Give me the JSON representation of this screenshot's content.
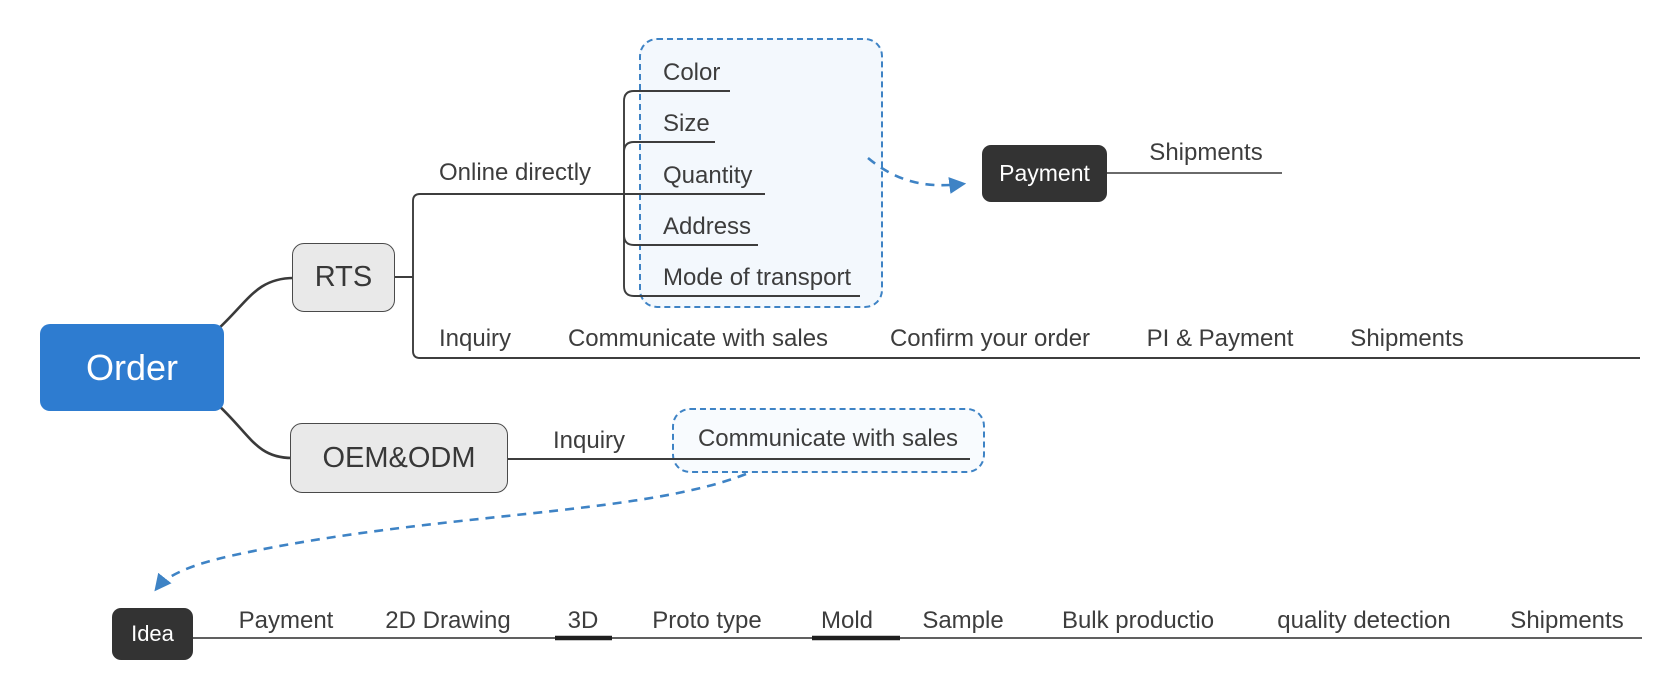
{
  "nodes": {
    "order": "Order",
    "rts": "RTS",
    "oem": "OEM&ODM",
    "payment": "Payment",
    "idea": "Idea",
    "shipments_after_payment": "Shipments",
    "online_directly": "Online directly",
    "inquiry_oem": "Inquiry"
  },
  "rts_options": [
    "Color",
    "Size",
    "Quantity",
    "Address",
    "Mode of transport"
  ],
  "rts_steps": [
    "Inquiry",
    "Communicate with sales",
    "Confirm your order",
    "PI & Payment",
    "Shipments"
  ],
  "oem_communicate": "Communicate with sales",
  "oem_steps": [
    "Payment",
    "2D Drawing",
    "3D",
    "Proto type",
    "Mold",
    "Sample",
    "Bulk productio",
    "quality detection",
    "Shipments"
  ],
  "colors": {
    "root_node": "#2e7cd0",
    "dark_node": "#333333",
    "gray_node": "#e9e9e9",
    "dashed_accent": "#3e83c5",
    "branch_line": "#3d3d3d"
  }
}
